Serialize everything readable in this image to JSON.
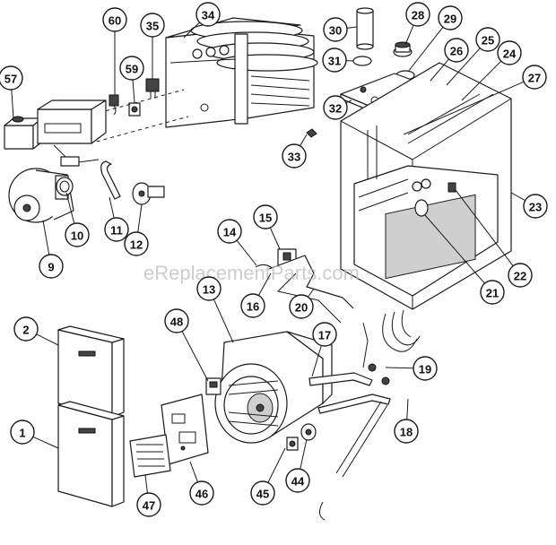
{
  "watermark": "eReplacementParts.com",
  "callouts": [
    {
      "label": "60"
    },
    {
      "label": "35"
    },
    {
      "label": "34"
    },
    {
      "label": "30"
    },
    {
      "label": "28"
    },
    {
      "label": "29"
    },
    {
      "label": "26"
    },
    {
      "label": "25"
    },
    {
      "label": "24"
    },
    {
      "label": "31"
    },
    {
      "label": "27"
    },
    {
      "label": "57"
    },
    {
      "label": "59"
    },
    {
      "label": "32"
    },
    {
      "label": "33"
    },
    {
      "label": "23"
    },
    {
      "label": "10"
    },
    {
      "label": "11"
    },
    {
      "label": "12"
    },
    {
      "label": "9"
    },
    {
      "label": "14"
    },
    {
      "label": "15"
    },
    {
      "label": "22"
    },
    {
      "label": "21"
    },
    {
      "label": "13"
    },
    {
      "label": "16"
    },
    {
      "label": "20"
    },
    {
      "label": "2"
    },
    {
      "label": "48"
    },
    {
      "label": "17"
    },
    {
      "label": "19"
    },
    {
      "label": "1"
    },
    {
      "label": "18"
    },
    {
      "label": "46"
    },
    {
      "label": "45"
    },
    {
      "label": "44"
    },
    {
      "label": "47"
    }
  ]
}
